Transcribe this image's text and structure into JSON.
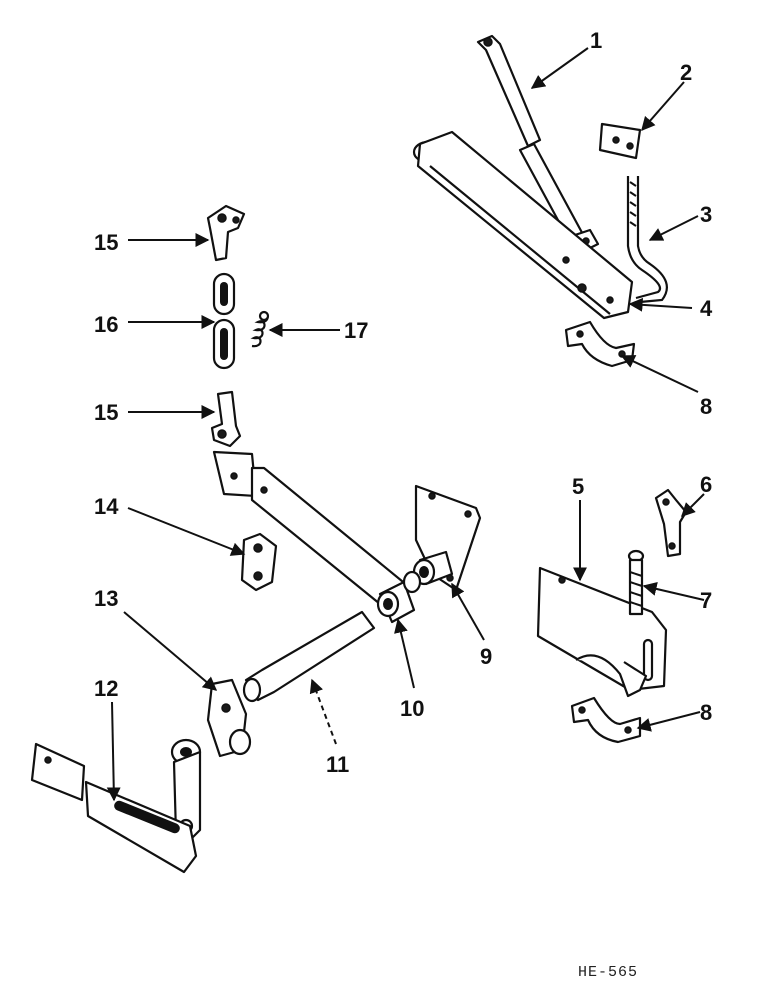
{
  "diagram": {
    "reference_code": "HE-565",
    "callouts": [
      "1",
      "2",
      "3",
      "4",
      "8",
      "15",
      "16",
      "17",
      "15",
      "14",
      "13",
      "12",
      "11",
      "10",
      "9",
      "5",
      "6",
      "7",
      "8"
    ]
  }
}
